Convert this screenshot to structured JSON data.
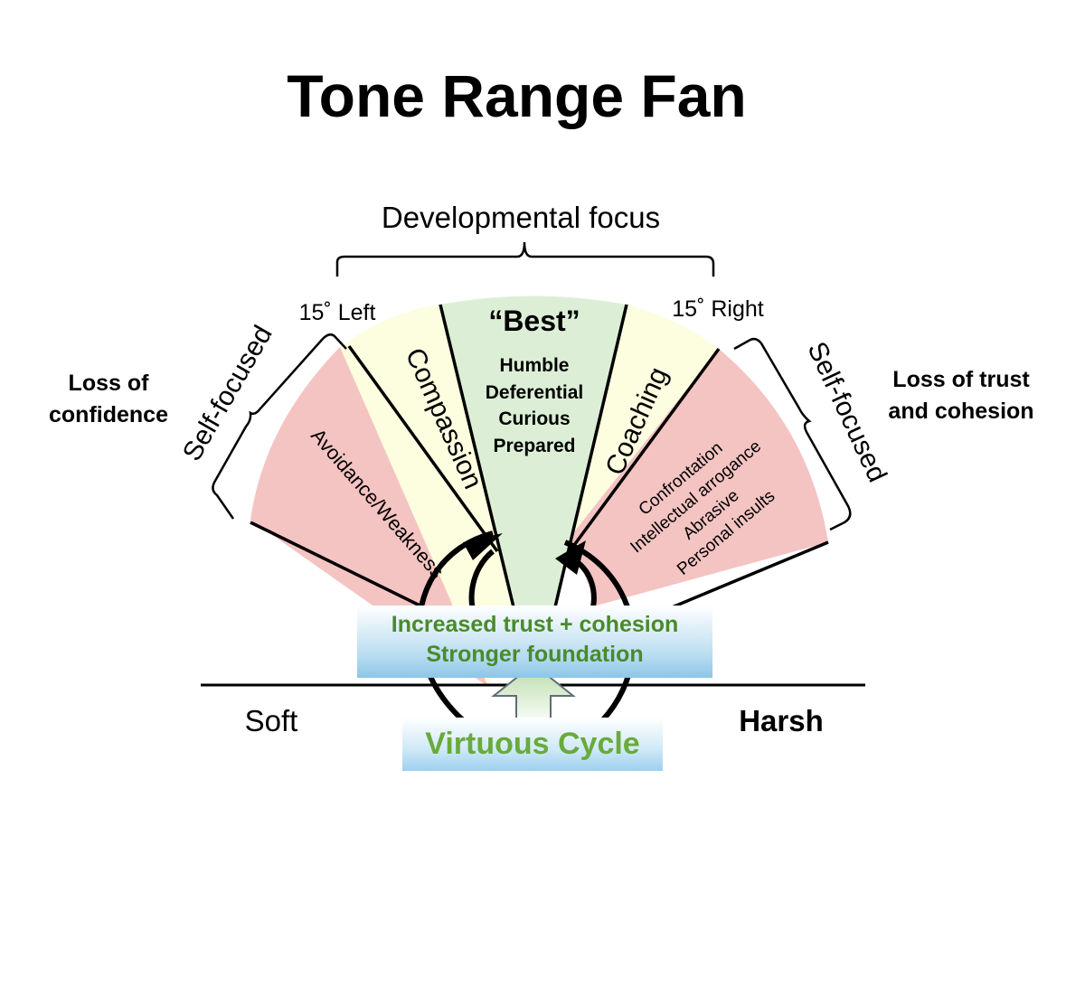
{
  "title": "Tone Range Fan",
  "top_bracket_label": "Developmental focus",
  "left_angle_label": "15˚ Left",
  "right_angle_label": "15˚ Right",
  "segments": {
    "avoidance": "Avoidance/Weakness",
    "compassion": "Compassion",
    "best_title": "“Best”",
    "best_items": [
      "Humble",
      "Deferential",
      "Curious",
      "Prepared"
    ],
    "coaching": "Coaching",
    "harsh_items": [
      "Confrontation",
      "Intellectual arrogance",
      "Abrasive",
      "Personal insults"
    ]
  },
  "self_focused_left": "Self-focused",
  "self_focused_right": "Self-focused",
  "loss_left": [
    "Loss of",
    "confidence"
  ],
  "loss_right": [
    "Loss of trust",
    "and cohesion"
  ],
  "trust_box": [
    "Increased trust + cohesion",
    "Stronger foundation"
  ],
  "axis_left": "Soft",
  "axis_right": "Harsh",
  "cycle_label": "Virtuous Cycle",
  "colors": {
    "harsh_zone": "#f4c4c2",
    "mid_zone": "#fdfde0",
    "best_zone": "#dcefd6",
    "trust_text": "#4a8a2c",
    "cycle_text": "#6aaa3c"
  }
}
